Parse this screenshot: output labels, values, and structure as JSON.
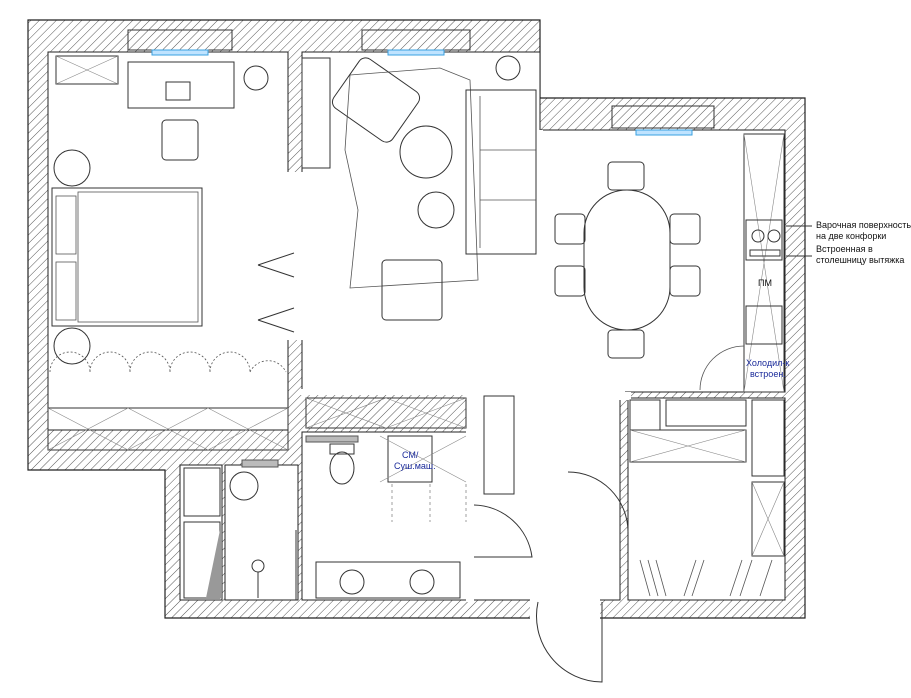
{
  "plan": {
    "annotations": [
      {
        "id": "cooktop",
        "text1": "Варочная поверхность",
        "text2": "на две конфорки"
      },
      {
        "id": "hood",
        "text1": "Встроенная в",
        "text2": "столешницу вытяжка"
      }
    ],
    "labels": {
      "dishwasher": "ПМ",
      "fridge1": "Холодил-к",
      "fridge2": "встроен.",
      "washer1": "СМ/",
      "washer2": "Суш.маш."
    },
    "colors": {
      "wall_hatch": "#555555",
      "window": "#3aa0e0",
      "label_blue": "#1a2a9a"
    }
  }
}
